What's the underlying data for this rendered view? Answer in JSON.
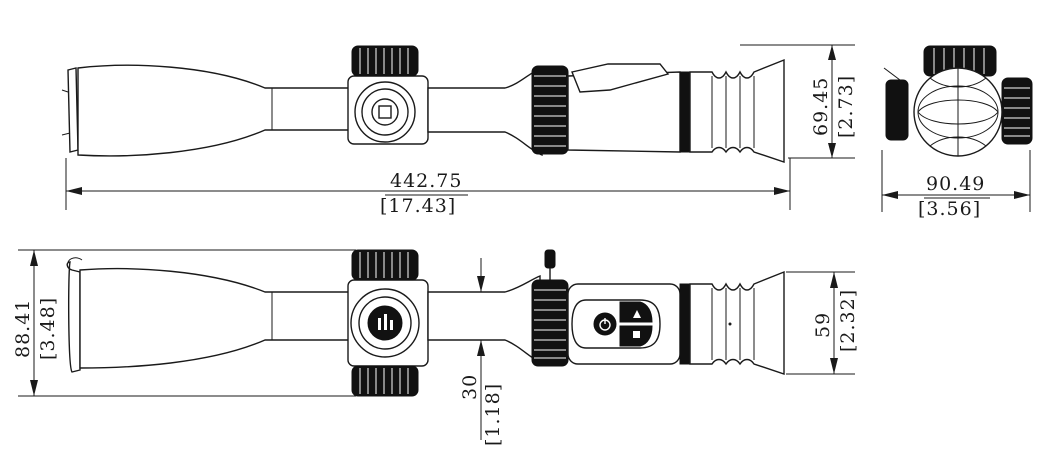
{
  "drawing": {
    "dimensions": {
      "overall_length_mm": "442.75",
      "overall_length_in": "[17.43]",
      "top_height_mm": "69.45",
      "top_height_in": "[2.73]",
      "end_width_mm": "90.49",
      "end_width_in": "[3.56]",
      "objective_height_mm": "88.41",
      "objective_height_in": "[3.48]",
      "tube_diameter_mm": "30",
      "tube_diameter_in": "[1.18]",
      "eyepiece_height_mm": "59",
      "eyepiece_height_in": "[2.32]"
    },
    "colors": {
      "line": "#1a1a1a",
      "knurl": "#111111",
      "background": "#ffffff"
    },
    "icons": [
      "power-icon",
      "up-triangle-icon",
      "menu-square-icon",
      "turret-logo-icon"
    ]
  }
}
